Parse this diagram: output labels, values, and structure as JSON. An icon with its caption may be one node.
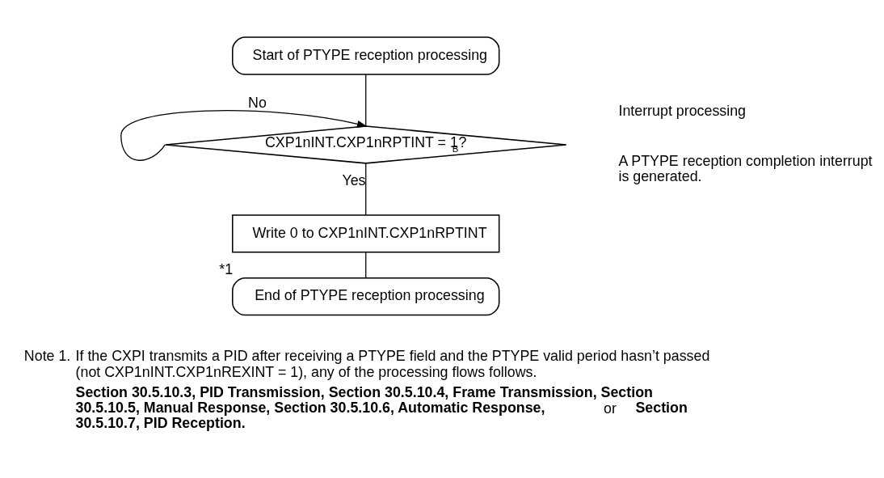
{
  "diagram": {
    "nodes": [
      {
        "text": [
          "Start of PTYPE reception processing"
        ]
      },
      {
        "text": [
          "CXP1nINT.CXP1nRPTINT = 1$_{B}$?"
        ]
      },
      {
        "text": [
          "Write 0 to CXP1nINT.CXP1nRPTINT"
        ]
      },
      {
        "text": [
          "End of PTYPE reception processing"
        ],
        "beside": [
          "*1"
        ]
      }
    ],
    "edges": [
      {
        "from": 0,
        "to": 1,
        "arrow": "none"
      },
      {
        "from": 1,
        "to": 1,
        "arrow": "to",
        "label": "No"
      },
      {
        "from": 1,
        "to": 2,
        "arrow": "none",
        "label": "Yes"
      },
      {
        "from": 2,
        "to": 3,
        "arrow": "none"
      }
    ],
    "labels": [
      "Interrupt processing",
      "A PTYPE reception completion interrupt is generated.",
      "Note 1.",
      "If the CXPI transmits a PID after receiving a PTYPE field and the PTYPE valid period hasn’t passed (not CXP1nINT.CXP1nREXINT = 1), any of the processing flows follows.",
      "**Section 30.5.10.3, PID Transmission**, **Section 30.5.10.4, Frame Transmission**, **Section 30.5.10.5, Manual Response**, **Section 30.5.10.6, Automatic Response**, or **Section 30.5.10.7, PID Reception**."
    ]
  }
}
